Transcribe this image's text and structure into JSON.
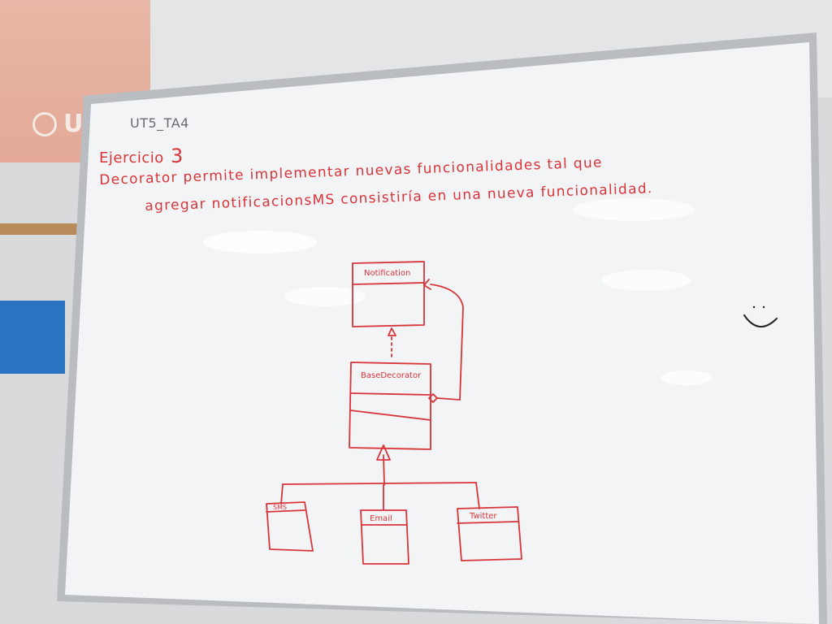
{
  "whiteboard": {
    "heading": "UT5_TA4",
    "exercise_word": "Ejercicio",
    "exercise_number": "3",
    "line1": "Decorator permite implementar nuevas funcionalidades tal que",
    "line2": "agregar notificacionsMS consistiría en una nueva funcionalidad."
  },
  "diagram": {
    "base": "Notification",
    "decorator": "BaseDecorator",
    "sms": "SMS",
    "email": "Email",
    "twitter": "Twitter"
  },
  "background": {
    "logo_fragment": "U"
  },
  "colors": {
    "marker": "#d8353b",
    "board": "#f3f4f5",
    "frame": "#b9bcc1"
  }
}
